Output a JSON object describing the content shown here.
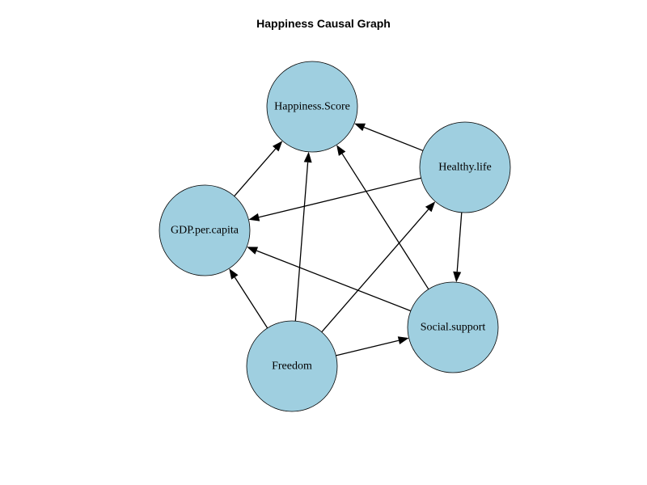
{
  "title": "Happiness Causal Graph",
  "node_fill": "#9fcfe0",
  "nodes": [
    {
      "id": "happiness",
      "label": "Happiness.Score"
    },
    {
      "id": "healthy",
      "label": "Healthy.life"
    },
    {
      "id": "gdp",
      "label": "GDP.per.capita"
    },
    {
      "id": "social",
      "label": "Social.support"
    },
    {
      "id": "freedom",
      "label": "Freedom"
    }
  ],
  "edges": [
    {
      "from": "healthy",
      "to": "happiness"
    },
    {
      "from": "healthy",
      "to": "gdp"
    },
    {
      "from": "healthy",
      "to": "social"
    },
    {
      "from": "gdp",
      "to": "happiness"
    },
    {
      "from": "freedom",
      "to": "happiness"
    },
    {
      "from": "freedom",
      "to": "gdp"
    },
    {
      "from": "freedom",
      "to": "healthy"
    },
    {
      "from": "freedom",
      "to": "social"
    },
    {
      "from": "social",
      "to": "happiness"
    },
    {
      "from": "social",
      "to": "gdp"
    }
  ]
}
